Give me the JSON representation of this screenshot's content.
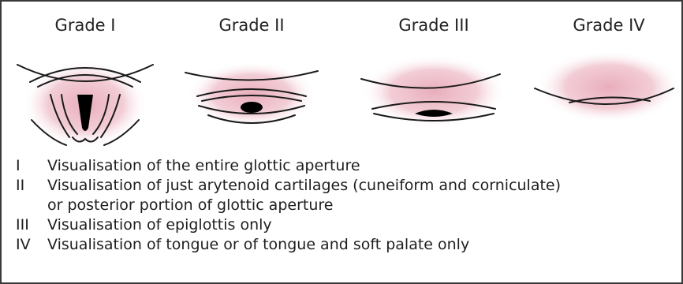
{
  "grades": [
    {
      "title": "Grade I"
    },
    {
      "title": "Grade II"
    },
    {
      "title": "Grade III"
    },
    {
      "title": "Grade IV"
    }
  ],
  "legend": [
    {
      "numeral": "I",
      "text": "Visualisation of the entire glottic aperture"
    },
    {
      "numeral": "II",
      "text": "Visualisation of just arytenoid cartilages (cuneiform and corniculate)",
      "continuation": "or posterior portion of glottic aperture"
    },
    {
      "numeral": "III",
      "text": "Visualisation of epiglottis only"
    },
    {
      "numeral": "IV",
      "text": "Visualisation of tongue or of tongue and soft palate only"
    }
  ],
  "colors": {
    "tissue_pink": "#e7a9b8",
    "line": "#1a1a1a",
    "glottis_fill": "#000000"
  }
}
